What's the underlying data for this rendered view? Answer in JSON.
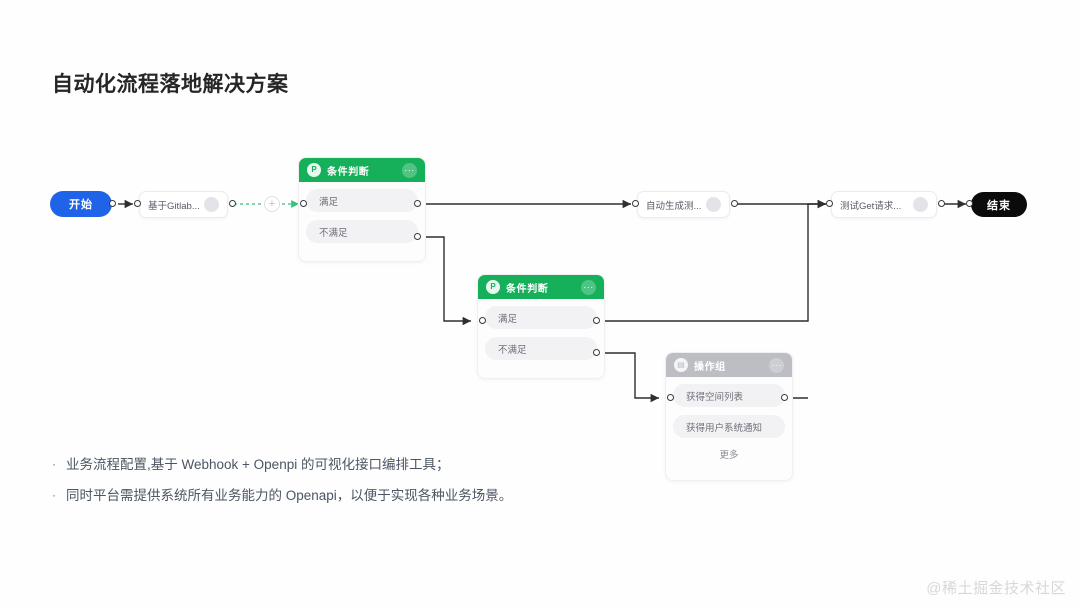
{
  "page": {
    "title": "自动化流程落地解决方案",
    "watermark": "@稀土掘金技术社区",
    "background": "#fefefe"
  },
  "colors": {
    "start_node": "#1f64e8",
    "end_node": "#0b0b0b",
    "condition_header": "#17b05a",
    "operation_header": "#bcbec4",
    "row_pill": "#f2f2f4",
    "edge": "#3a3a3a",
    "dashed_edge": "#34c17b"
  },
  "flow": {
    "start": {
      "label": "开始"
    },
    "end": {
      "label": "结束"
    },
    "nodes": [
      {
        "name": "gitlab",
        "label": "基于Gitlab...",
        "avatar_icon": "avatar-icon"
      },
      {
        "name": "autotest",
        "label": "自动生成测...",
        "avatar_icon": "avatar-icon"
      },
      {
        "name": "getrequest",
        "label": "测试Get请求...",
        "avatar_icon": "avatar-icon"
      }
    ],
    "condition1": {
      "title": "条件判断",
      "icon_glyph": "P",
      "menu_glyph": "···",
      "rows": [
        {
          "label": "满足"
        },
        {
          "label": "不满足"
        }
      ]
    },
    "condition2": {
      "title": "条件判断",
      "icon_glyph": "P",
      "menu_glyph": "···",
      "rows": [
        {
          "label": "满足"
        },
        {
          "label": "不满足"
        }
      ]
    },
    "operation_group": {
      "title": "操作组",
      "icon_glyph": "▤",
      "menu_glyph": "···",
      "rows": [
        {
          "label": "获得空间列表"
        },
        {
          "label": "获得用户系统通知"
        }
      ],
      "more_label": "更多"
    },
    "add_button": {
      "glyph": "+"
    }
  },
  "bullets": [
    {
      "marker": "·",
      "text": "业务流程配置,基于 Webhook + Openpi 的可视化接口编排工具；"
    },
    {
      "marker": "·",
      "text": "同时平台需提供系统所有业务能力的 Openapi，以便于实现各种业务场景。"
    }
  ]
}
